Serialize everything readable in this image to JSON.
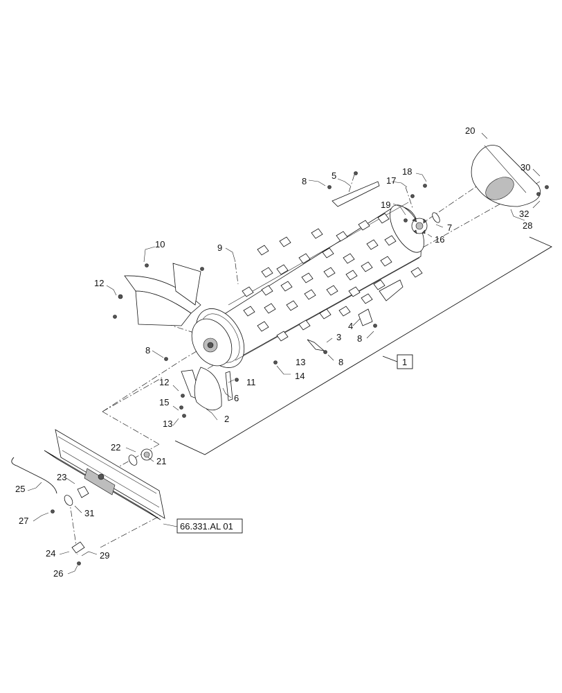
{
  "diagram": {
    "callouts": [
      "1",
      "2",
      "3",
      "4",
      "5",
      "6",
      "7",
      "8",
      "8",
      "8",
      "8",
      "8",
      "9",
      "10",
      "11",
      "12",
      "12",
      "13",
      "13",
      "14",
      "15",
      "16",
      "17",
      "18",
      "19",
      "20",
      "21",
      "22",
      "23",
      "24",
      "25",
      "26",
      "27",
      "28",
      "29",
      "30",
      "31",
      "32"
    ],
    "reference_label": "66.331.AL 01",
    "assembly_label": "1"
  }
}
